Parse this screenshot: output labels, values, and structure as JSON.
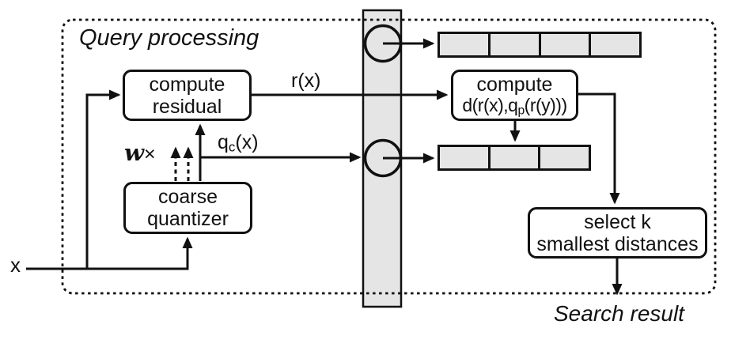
{
  "diagram": {
    "region_title": "Query processing",
    "footer_label": "Search result",
    "input_label": "x",
    "nodes": {
      "compute_residual": {
        "line1": "compute",
        "line2": "residual"
      },
      "coarse_quantizer": {
        "line1": "coarse",
        "line2": "quantizer"
      },
      "compute_distance": {
        "line1": "compute",
        "line2_pre": "d(r(x),q",
        "line2_sub": "p",
        "line2_post": "(r(y)))"
      },
      "select_k": {
        "line1": "select k",
        "line2": "smallest distances"
      }
    },
    "edge_labels": {
      "residual_out": "r(x)",
      "coarse_out_pre": "q",
      "coarse_out_sub": "c",
      "coarse_out_post": "(x)",
      "visit_count_w": "w",
      "visit_count_times": "×"
    },
    "arrays": {
      "top_cell_count": 4,
      "mid_cell_count": 3
    },
    "colors": {
      "stroke": "#111111",
      "gray_fill": "#e5e5e5",
      "background": "#ffffff"
    }
  }
}
